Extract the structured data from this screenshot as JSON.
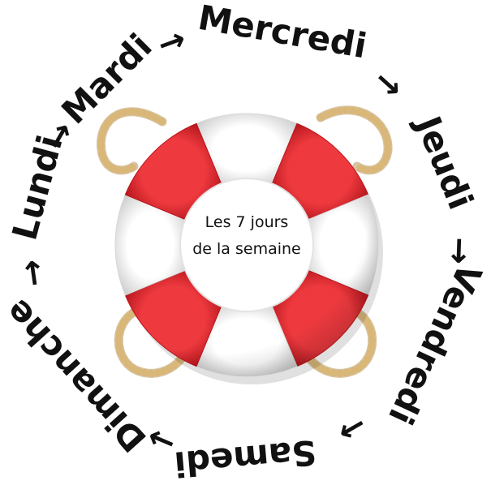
{
  "center": {
    "line1": "Les 7 jours",
    "line2": "de la semaine"
  },
  "days": [
    "Lundi",
    "Mardi",
    "Mercredi",
    "Jeudi",
    "Vendredi",
    "Samedi",
    "Dimanche"
  ],
  "arrow_glyph": "→",
  "colors": {
    "text": "#111111",
    "ring_red": "#d81f26",
    "ring_white": "#f4f4f4",
    "rope": "#d9b779"
  },
  "icons": [
    "life-buoy-icon",
    "rope-icon"
  ]
}
